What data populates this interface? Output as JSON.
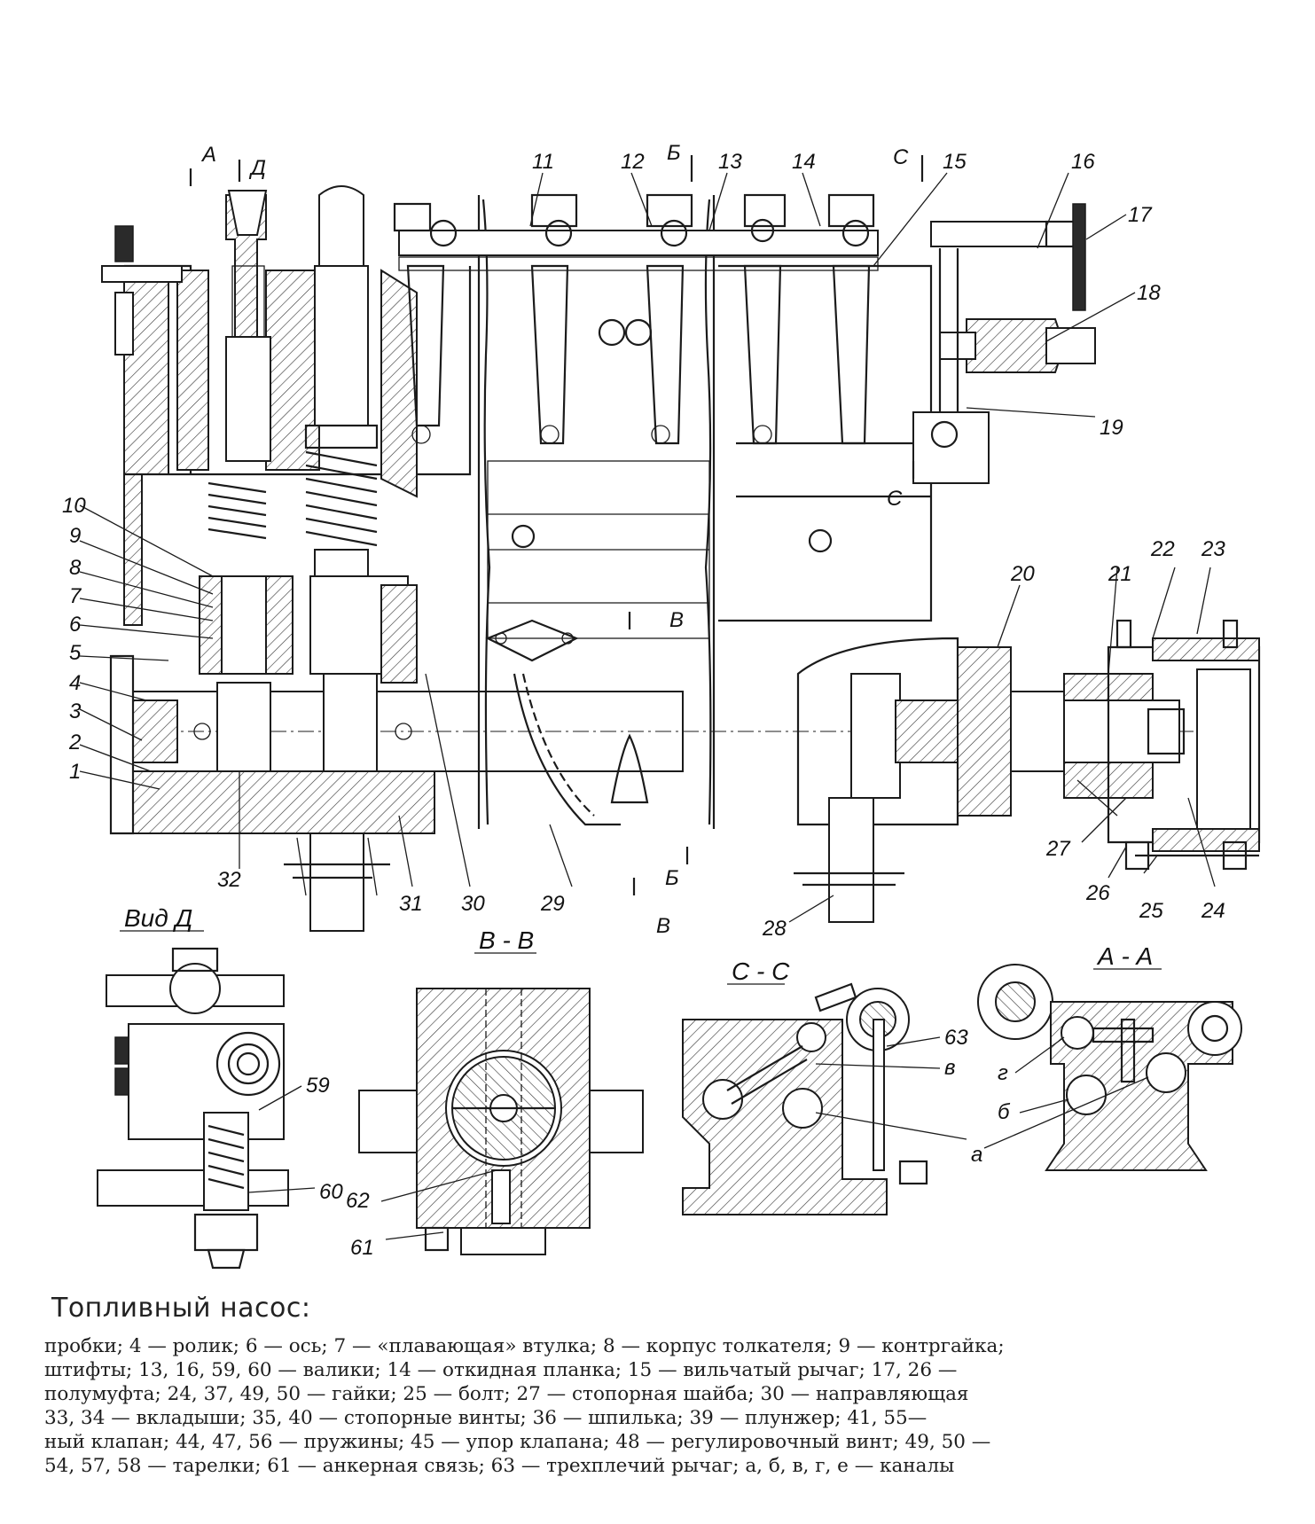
{
  "caption": {
    "title": "Топливный насос:",
    "lines": [
      "пробки; 4 — ролик; 6 — ось; 7 — «плавающая» втулка; 8 — корпус толкателя; 9 — контргайка;",
      "штифты; 13, 16, 59, 60 — валики; 14 — откидная планка; 15 — вильчатый рычаг; 17, 26 —",
      "полумуфта; 24, 37, 49, 50 — гайки; 25 — болт; 27 — стопорная шайба; 30 — направляющая",
      "33, 34 — вкладыши; 35, 40 — стопорные винты; 36 — шпилька; 39 — плунжер; 41, 55—",
      "ный клапан; 44, 47, 56 — пружины; 45 — упор клапана; 48 — регулировочный винт; 49, 50 —",
      "54, 57, 58 — тарелки; 61 — анкерная связь; 63 — трехплечий рычаг; а, б, в, г, е — каналы"
    ]
  },
  "section_marks": {
    "a": "А",
    "d": "Д",
    "b_top": "Б",
    "c_top": "С",
    "c_mid": "С",
    "v_mid": "В",
    "b_bottom": "Б",
    "v_bottom": "В"
  },
  "views": {
    "vid_d": "Вид Д",
    "v_v": "В - В",
    "c_c": "С - С",
    "a_a": "А - А"
  },
  "callouts": {
    "n1": "1",
    "n2": "2",
    "n3": "3",
    "n4": "4",
    "n5": "5",
    "n6": "6",
    "n7": "7",
    "n8": "8",
    "n9": "9",
    "n10": "10",
    "n11": "11",
    "n12": "12",
    "n13": "13",
    "n14": "14",
    "n15": "15",
    "n16": "16",
    "n17": "17",
    "n18": "18",
    "n19": "19",
    "n20": "20",
    "n21": "21",
    "n22": "22",
    "n23": "23",
    "n24": "24",
    "n25": "25",
    "n26": "26",
    "n27": "27",
    "n28": "28",
    "n29": "29",
    "n30": "30",
    "n31": "31",
    "n32": "32",
    "n59": "59",
    "n60": "60",
    "n61": "61",
    "n62": "62",
    "n63": "63"
  },
  "channel_labels": {
    "v": "в",
    "g": "г",
    "b": "б",
    "a": "а"
  }
}
